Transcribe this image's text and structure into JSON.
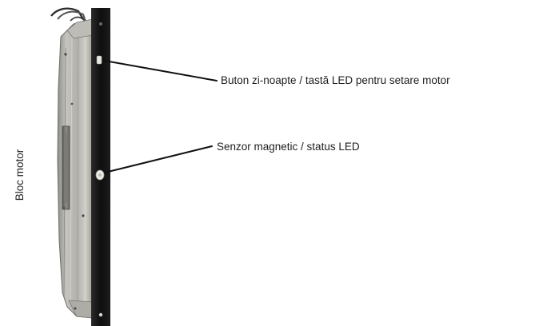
{
  "side_label": "Bloc motor",
  "callouts": [
    {
      "label": "Buton zi-noapte / tastă LED pentru setare motor"
    },
    {
      "label": "Senzor magnetic / status LED"
    }
  ],
  "colors": {
    "housing_metal": "#a9a7a2",
    "housing_dark": "#1a1a1a",
    "leader_line": "#111111"
  }
}
